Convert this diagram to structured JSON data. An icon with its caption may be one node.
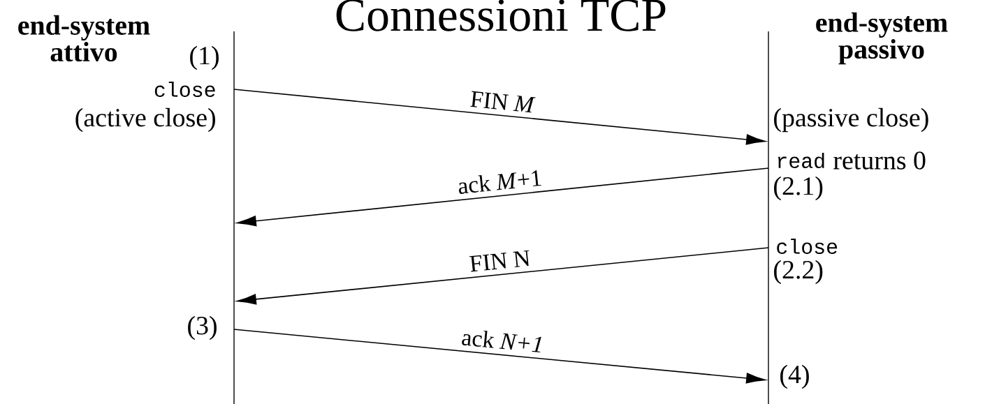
{
  "diagram": {
    "title": "Connessioni TCP",
    "nodes": [
      {
        "text": [
          "end-system attivo"
        ]
      },
      {
        "text": [
          "end-system passivo"
        ]
      }
    ],
    "edges": [
      {
        "from": 0,
        "to": 1,
        "arrow": "to",
        "label": "FIN *M*"
      },
      {
        "from": 1,
        "to": 0,
        "arrow": "to",
        "label": "ack *M*+1"
      },
      {
        "from": 1,
        "to": 0,
        "arrow": "to",
        "label": "FIN N"
      },
      {
        "from": 0,
        "to": 1,
        "arrow": "to",
        "label": "ack *N+1*"
      }
    ],
    "labels": [
      "(1)",
      "close",
      "(active close)",
      "(passive close)",
      "read",
      "returns 0",
      "(2.1)",
      "close",
      "(2.2)",
      "(3)",
      "(4)"
    ]
  }
}
